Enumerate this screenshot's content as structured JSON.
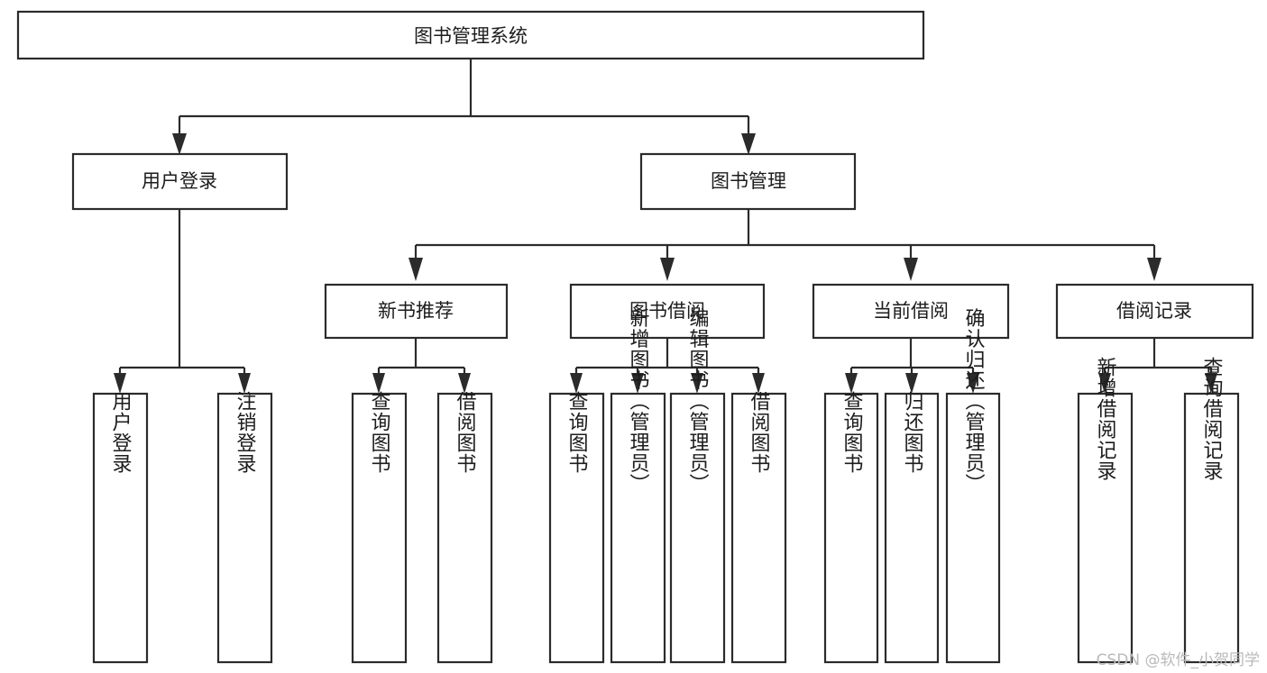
{
  "diagram": {
    "type": "tree-hierarchy-chart",
    "title": "图书管理系统",
    "watermark": "CSDN @软件_小贺同学",
    "colors": {
      "stroke": "#2b2b2b",
      "fill": "#ffffff",
      "text": "#1c1c1c",
      "watermark": "#b9b9b9"
    },
    "nodes": {
      "root": {
        "label": "图书管理系统",
        "orientation": "horizontal"
      },
      "level2": [
        {
          "id": "user-login",
          "label": "用户登录",
          "orientation": "horizontal"
        },
        {
          "id": "book-management",
          "label": "图书管理",
          "orientation": "horizontal"
        }
      ],
      "level3": [
        {
          "id": "new-book-recommend",
          "label": "新书推荐",
          "orientation": "horizontal"
        },
        {
          "id": "book-borrow",
          "label": "图书借阅",
          "orientation": "horizontal"
        },
        {
          "id": "current-borrow",
          "label": "当前借阅",
          "orientation": "horizontal"
        },
        {
          "id": "borrow-record",
          "label": "借阅记录",
          "orientation": "horizontal"
        }
      ],
      "leaves": {
        "user-login": [
          {
            "id": "leaf-user-login",
            "label": "用户登录",
            "orientation": "vertical"
          },
          {
            "id": "leaf-logout",
            "label": "注销登录",
            "orientation": "vertical"
          }
        ],
        "new-book-recommend": [
          {
            "id": "leaf-query-book-1",
            "label": "查询图书",
            "orientation": "vertical"
          },
          {
            "id": "leaf-borrow-book-1",
            "label": "借阅图书",
            "orientation": "vertical"
          }
        ],
        "book-borrow": [
          {
            "id": "leaf-query-book-2",
            "label": "查询图书",
            "orientation": "vertical"
          },
          {
            "id": "leaf-add-book",
            "label": "新增图书（管理员）",
            "orientation": "vertical"
          },
          {
            "id": "leaf-edit-book",
            "label": "编辑图书（管理员）",
            "orientation": "vertical"
          },
          {
            "id": "leaf-borrow-book-2",
            "label": "借阅图书",
            "orientation": "vertical"
          }
        ],
        "current-borrow": [
          {
            "id": "leaf-query-book-3",
            "label": "查询图书",
            "orientation": "vertical"
          },
          {
            "id": "leaf-return-book",
            "label": "归还图书",
            "orientation": "vertical"
          },
          {
            "id": "leaf-confirm-return",
            "label": "确认归还（管理员）",
            "orientation": "vertical"
          }
        ],
        "borrow-record": [
          {
            "id": "leaf-add-record",
            "label": "新增借阅记录",
            "orientation": "vertical"
          },
          {
            "id": "leaf-query-record",
            "label": "查询借阅记录",
            "orientation": "vertical"
          }
        ]
      }
    }
  }
}
